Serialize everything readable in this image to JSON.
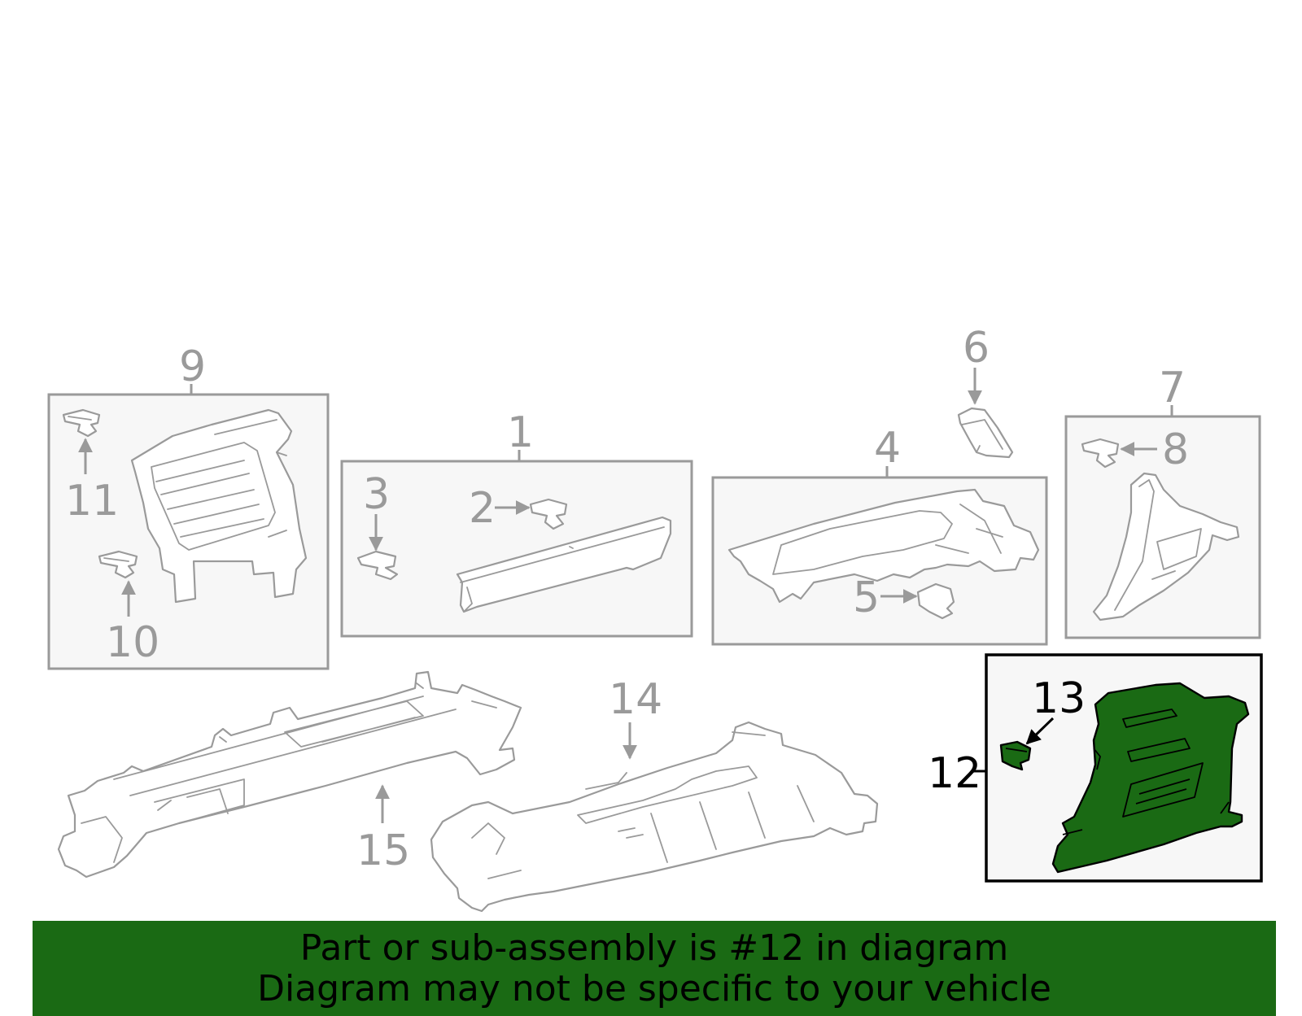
{
  "callouts": {
    "c1": "1",
    "c2": "2",
    "c3": "3",
    "c4": "4",
    "c5": "5",
    "c6": "6",
    "c7": "7",
    "c8": "8",
    "c9": "9",
    "c10": "10",
    "c11": "11",
    "c12": "12",
    "c13": "13",
    "c14": "14",
    "c15": "15"
  },
  "highlighted_part": "12",
  "banner": {
    "line1": "Part or sub-assembly is #12 in diagram",
    "line2": "Diagram may not be specific to your vehicle"
  },
  "colors": {
    "highlight": "#1a6a14",
    "line_grey": "#9a9a9a",
    "box_fill": "#f7f7f7"
  }
}
